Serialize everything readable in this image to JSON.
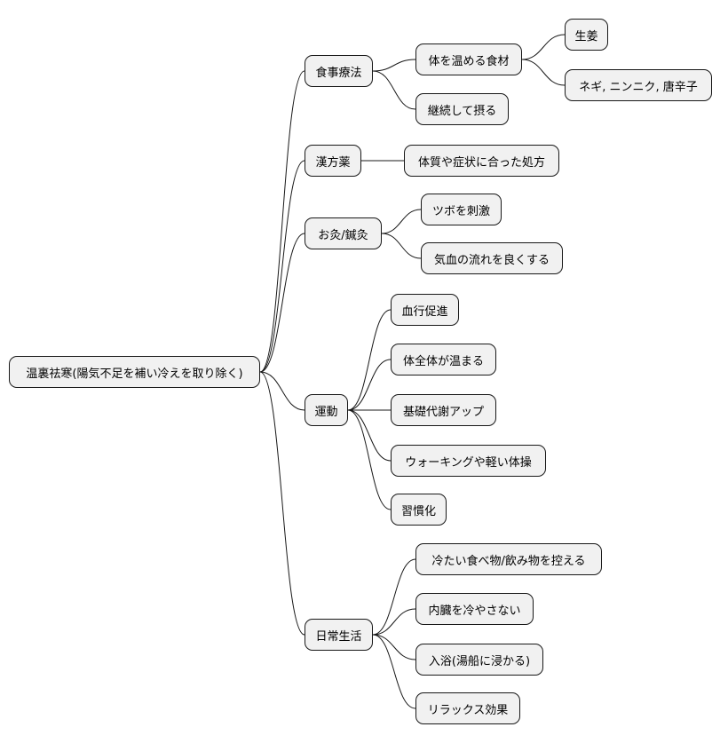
{
  "root": "温裏祛寒(陽気不足を補い冷えを取り除く)",
  "branches": [
    {
      "label": "食事療法",
      "children": [
        {
          "label": "体を温める食材",
          "children": [
            "生姜",
            "ネギ, ニンニク, 唐辛子"
          ]
        },
        {
          "label": "継続して摂る"
        }
      ]
    },
    {
      "label": "漢方薬",
      "children": [
        {
          "label": "体質や症状に合った処方"
        }
      ]
    },
    {
      "label": "お灸/鍼灸",
      "children": [
        {
          "label": "ツボを刺激"
        },
        {
          "label": "気血の流れを良くする"
        }
      ]
    },
    {
      "label": "運動",
      "children": [
        {
          "label": "血行促進"
        },
        {
          "label": "体全体が温まる"
        },
        {
          "label": "基礎代謝アップ"
        },
        {
          "label": "ウォーキングや軽い体操"
        },
        {
          "label": "習慣化"
        }
      ]
    },
    {
      "label": "日常生活",
      "children": [
        {
          "label": "冷たい食べ物/飲み物を控える"
        },
        {
          "label": "内臓を冷やさない"
        },
        {
          "label": "入浴(湯船に浸かる)"
        },
        {
          "label": "リラックス効果"
        }
      ]
    }
  ]
}
